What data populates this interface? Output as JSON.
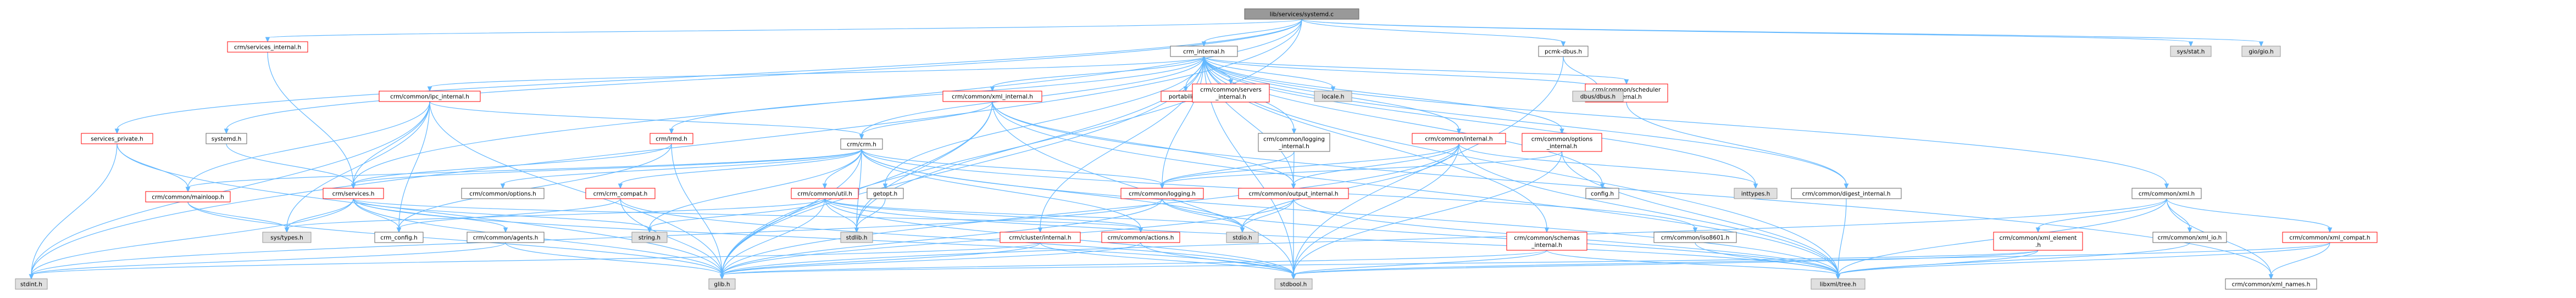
{
  "graph": {
    "colors": {
      "edge": "#63b8ff",
      "root_fill": "#999999",
      "root_border": "#666666",
      "linked_fill": "#ffffff",
      "linked_border": "#ff0000",
      "linked_text": "#ff0000",
      "external_fill": "#e0e0e0",
      "external_border": "#999999",
      "text": "#000000"
    },
    "nodes": [
      {
        "id": "n0",
        "label": "lib/services/systemd.c",
        "style": "root"
      },
      {
        "id": "n1",
        "label": "crm_internal.h",
        "style": "plain"
      },
      {
        "id": "n2",
        "label": "crm/services_internal.h",
        "style": "linked"
      },
      {
        "id": "n3",
        "label": "crm/common/ipc_internal.h",
        "style": "linked"
      },
      {
        "id": "n4",
        "label": "crm/common/xml_internal.h",
        "style": "linked"
      },
      {
        "id": "n5",
        "label": "portability.h",
        "style": "linked"
      },
      {
        "id": "n6",
        "label": "crm/common/servers\n_internal.h",
        "style": "linked"
      },
      {
        "id": "n7",
        "label": "locale.h",
        "style": "external"
      },
      {
        "id": "n8",
        "label": "crm/common/scheduler\n_internal.h",
        "style": "linked"
      },
      {
        "id": "n9",
        "label": "pcmk-dbus.h",
        "style": "plain"
      },
      {
        "id": "n10",
        "label": "sys/stat.h",
        "style": "external"
      },
      {
        "id": "n11",
        "label": "gio/gio.h",
        "style": "external"
      },
      {
        "id": "n12",
        "label": "services_private.h",
        "style": "linked"
      },
      {
        "id": "n13",
        "label": "systemd.h",
        "style": "plain"
      },
      {
        "id": "n14",
        "label": "crm/lrmd.h",
        "style": "linked"
      },
      {
        "id": "n15",
        "label": "crm/crm.h",
        "style": "plain"
      },
      {
        "id": "n16",
        "label": "crm/common/logging\n_internal.h",
        "style": "plain"
      },
      {
        "id": "n17",
        "label": "crm/common/internal.h",
        "style": "linked"
      },
      {
        "id": "n18",
        "label": "crm/common/options\n_internal.h",
        "style": "linked"
      },
      {
        "id": "n19",
        "label": "dbus/dbus.h",
        "style": "external"
      },
      {
        "id": "n20",
        "label": "crm/common/mainloop.h",
        "style": "linked"
      },
      {
        "id": "n21",
        "label": "crm/services.h",
        "style": "linked"
      },
      {
        "id": "n22",
        "label": "crm/common/options.h",
        "style": "plain"
      },
      {
        "id": "n23",
        "label": "crm/crm_compat.h",
        "style": "linked"
      },
      {
        "id": "n24",
        "label": "getopt.h",
        "style": "plain"
      },
      {
        "id": "n25",
        "label": "crm/common/util.h",
        "style": "linked"
      },
      {
        "id": "n26",
        "label": "crm/common/logging.h",
        "style": "linked"
      },
      {
        "id": "n27",
        "label": "crm/common/output_internal.h",
        "style": "linked"
      },
      {
        "id": "n28",
        "label": "config.h",
        "style": "plain"
      },
      {
        "id": "n29",
        "label": "inttypes.h",
        "style": "external"
      },
      {
        "id": "n30",
        "label": "crm/common/digest_internal.h",
        "style": "plain"
      },
      {
        "id": "n31",
        "label": "crm/common/xml.h",
        "style": "plain"
      },
      {
        "id": "n32",
        "label": "sys/types.h",
        "style": "external"
      },
      {
        "id": "n33",
        "label": "crm_config.h",
        "style": "plain"
      },
      {
        "id": "n34",
        "label": "crm/common/agents.h",
        "style": "plain"
      },
      {
        "id": "n35",
        "label": "string.h",
        "style": "external"
      },
      {
        "id": "n36",
        "label": "stdlib.h",
        "style": "external"
      },
      {
        "id": "n37",
        "label": "crm/cluster/internal.h",
        "style": "linked"
      },
      {
        "id": "n38",
        "label": "crm/common/actions.h",
        "style": "linked"
      },
      {
        "id": "n39",
        "label": "stdio.h",
        "style": "external"
      },
      {
        "id": "n40",
        "label": "crm/common/schemas\n_internal.h",
        "style": "linked"
      },
      {
        "id": "n41",
        "label": "crm/common/iso8601.h",
        "style": "plain"
      },
      {
        "id": "n42",
        "label": "crm/common/xml_element\n.h",
        "style": "linked"
      },
      {
        "id": "n43",
        "label": "crm/common/xml_io.h",
        "style": "plain"
      },
      {
        "id": "n44",
        "label": "crm/common/xml_compat.h",
        "style": "linked"
      },
      {
        "id": "n45",
        "label": "stdint.h",
        "style": "external"
      },
      {
        "id": "n46",
        "label": "glib.h",
        "style": "external"
      },
      {
        "id": "n47",
        "label": "stdbool.h",
        "style": "external"
      },
      {
        "id": "n48",
        "label": "libxml/tree.h",
        "style": "external"
      },
      {
        "id": "n49",
        "label": "crm/common/xml_names.h",
        "style": "plain"
      }
    ],
    "edges": [
      [
        "n0",
        "n1"
      ],
      [
        "n0",
        "n12"
      ],
      [
        "n0",
        "n13"
      ],
      [
        "n0",
        "n9"
      ],
      [
        "n0",
        "n10"
      ],
      [
        "n0",
        "n11"
      ],
      [
        "n0",
        "n21"
      ],
      [
        "n0",
        "n2"
      ],
      [
        "n0",
        "n45"
      ],
      [
        "n0",
        "n46"
      ],
      [
        "n1",
        "n3"
      ],
      [
        "n1",
        "n4"
      ],
      [
        "n1",
        "n5"
      ],
      [
        "n1",
        "n6"
      ],
      [
        "n1",
        "n7"
      ],
      [
        "n1",
        "n8"
      ],
      [
        "n1",
        "n14"
      ],
      [
        "n1",
        "n15"
      ],
      [
        "n1",
        "n16"
      ],
      [
        "n1",
        "n17"
      ],
      [
        "n1",
        "n18"
      ],
      [
        "n1",
        "n19"
      ],
      [
        "n1",
        "n24"
      ],
      [
        "n1",
        "n27"
      ],
      [
        "n1",
        "n28"
      ],
      [
        "n1",
        "n29"
      ],
      [
        "n1",
        "n30"
      ],
      [
        "n1",
        "n31"
      ],
      [
        "n1",
        "n37"
      ],
      [
        "n1",
        "n40"
      ],
      [
        "n1",
        "n46"
      ],
      [
        "n1",
        "n47"
      ],
      [
        "n1",
        "n48"
      ],
      [
        "n1",
        "n26"
      ],
      [
        "n1",
        "n36"
      ],
      [
        "n2",
        "n21"
      ],
      [
        "n3",
        "n15"
      ],
      [
        "n3",
        "n20"
      ],
      [
        "n3",
        "n21"
      ],
      [
        "n3",
        "n32"
      ],
      [
        "n3",
        "n33"
      ],
      [
        "n3",
        "n45"
      ],
      [
        "n3",
        "n46"
      ],
      [
        "n4",
        "n15"
      ],
      [
        "n4",
        "n27"
      ],
      [
        "n4",
        "n36"
      ],
      [
        "n4",
        "n46"
      ],
      [
        "n4",
        "n47"
      ],
      [
        "n4",
        "n48"
      ],
      [
        "n4",
        "n49"
      ],
      [
        "n8",
        "n30"
      ],
      [
        "n9",
        "n19"
      ],
      [
        "n9",
        "n47"
      ],
      [
        "n12",
        "n20"
      ],
      [
        "n12",
        "n45"
      ],
      [
        "n12",
        "n46"
      ],
      [
        "n13",
        "n21"
      ],
      [
        "n14",
        "n21"
      ],
      [
        "n14",
        "n33"
      ],
      [
        "n14",
        "n46"
      ],
      [
        "n15",
        "n20"
      ],
      [
        "n15",
        "n21"
      ],
      [
        "n15",
        "n22"
      ],
      [
        "n15",
        "n23"
      ],
      [
        "n15",
        "n25"
      ],
      [
        "n15",
        "n26"
      ],
      [
        "n15",
        "n35"
      ],
      [
        "n15",
        "n36"
      ],
      [
        "n15",
        "n38"
      ],
      [
        "n15",
        "n39"
      ],
      [
        "n15",
        "n41"
      ],
      [
        "n15",
        "n46"
      ],
      [
        "n15",
        "n48"
      ],
      [
        "n16",
        "n26"
      ],
      [
        "n16",
        "n27"
      ],
      [
        "n17",
        "n26"
      ],
      [
        "n17",
        "n27"
      ],
      [
        "n17",
        "n29"
      ],
      [
        "n17",
        "n39"
      ],
      [
        "n17",
        "n46"
      ],
      [
        "n17",
        "n47"
      ],
      [
        "n17",
        "n48"
      ],
      [
        "n18",
        "n26"
      ],
      [
        "n18",
        "n47"
      ],
      [
        "n18",
        "n48"
      ],
      [
        "n20",
        "n32"
      ],
      [
        "n20",
        "n46"
      ],
      [
        "n21",
        "n32"
      ],
      [
        "n21",
        "n33"
      ],
      [
        "n21",
        "n34"
      ],
      [
        "n21",
        "n35"
      ],
      [
        "n21",
        "n38"
      ],
      [
        "n21",
        "n45"
      ],
      [
        "n21",
        "n46"
      ],
      [
        "n21",
        "n47"
      ],
      [
        "n23",
        "n33"
      ],
      [
        "n23",
        "n46"
      ],
      [
        "n23",
        "n47"
      ],
      [
        "n24",
        "n36"
      ],
      [
        "n25",
        "n32"
      ],
      [
        "n25",
        "n35"
      ],
      [
        "n25",
        "n36"
      ],
      [
        "n25",
        "n38"
      ],
      [
        "n25",
        "n39"
      ],
      [
        "n25",
        "n46"
      ],
      [
        "n25",
        "n47"
      ],
      [
        "n25",
        "n48"
      ],
      [
        "n26",
        "n39"
      ],
      [
        "n26",
        "n45"
      ],
      [
        "n26",
        "n46"
      ],
      [
        "n26",
        "n48"
      ],
      [
        "n27",
        "n39"
      ],
      [
        "n27",
        "n46"
      ],
      [
        "n27",
        "n47"
      ],
      [
        "n27",
        "n48"
      ],
      [
        "n30",
        "n48"
      ],
      [
        "n31",
        "n42"
      ],
      [
        "n31",
        "n43"
      ],
      [
        "n31",
        "n44"
      ],
      [
        "n31",
        "n49"
      ],
      [
        "n31",
        "n46"
      ],
      [
        "n31",
        "n48"
      ],
      [
        "n34",
        "n45"
      ],
      [
        "n34",
        "n46"
      ],
      [
        "n37",
        "n45"
      ],
      [
        "n37",
        "n46"
      ],
      [
        "n37",
        "n47"
      ],
      [
        "n38",
        "n46"
      ],
      [
        "n38",
        "n47"
      ],
      [
        "n40",
        "n46"
      ],
      [
        "n40",
        "n47"
      ],
      [
        "n40",
        "n48"
      ],
      [
        "n41",
        "n48"
      ],
      [
        "n42",
        "n46"
      ],
      [
        "n42",
        "n47"
      ],
      [
        "n42",
        "n48"
      ],
      [
        "n43",
        "n48"
      ],
      [
        "n44",
        "n47"
      ],
      [
        "n44",
        "n48"
      ],
      [
        "n44",
        "n49"
      ]
    ]
  }
}
